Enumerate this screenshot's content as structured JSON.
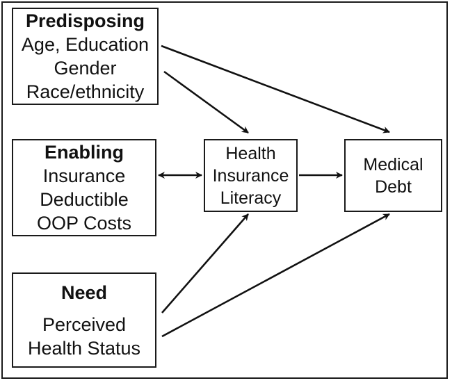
{
  "nodes": {
    "predisposing": {
      "title": "Predisposing",
      "lines": [
        "Age, Education",
        "Gender",
        "Race/ethnicity"
      ]
    },
    "enabling": {
      "title": "Enabling",
      "lines": [
        "Insurance",
        "Deductible",
        "OOP Costs"
      ]
    },
    "need": {
      "title": "Need",
      "lines": [
        "Perceived",
        "Health Status"
      ]
    },
    "health_insurance_literacy": {
      "lines": [
        "Health",
        "Insurance",
        "Literacy"
      ]
    },
    "medical_debt": {
      "lines": [
        "Medical",
        "Debt"
      ]
    }
  },
  "edges": [
    {
      "from": "predisposing",
      "to": "health_insurance_literacy",
      "direction": "forward"
    },
    {
      "from": "predisposing",
      "to": "medical_debt",
      "direction": "forward"
    },
    {
      "from": "enabling",
      "to": "health_insurance_literacy",
      "direction": "both"
    },
    {
      "from": "health_insurance_literacy",
      "to": "medical_debt",
      "direction": "forward"
    },
    {
      "from": "need",
      "to": "health_insurance_literacy",
      "direction": "forward"
    },
    {
      "from": "need",
      "to": "medical_debt",
      "direction": "forward"
    }
  ],
  "colors": {
    "stroke": "#111111",
    "background": "#ffffff"
  }
}
